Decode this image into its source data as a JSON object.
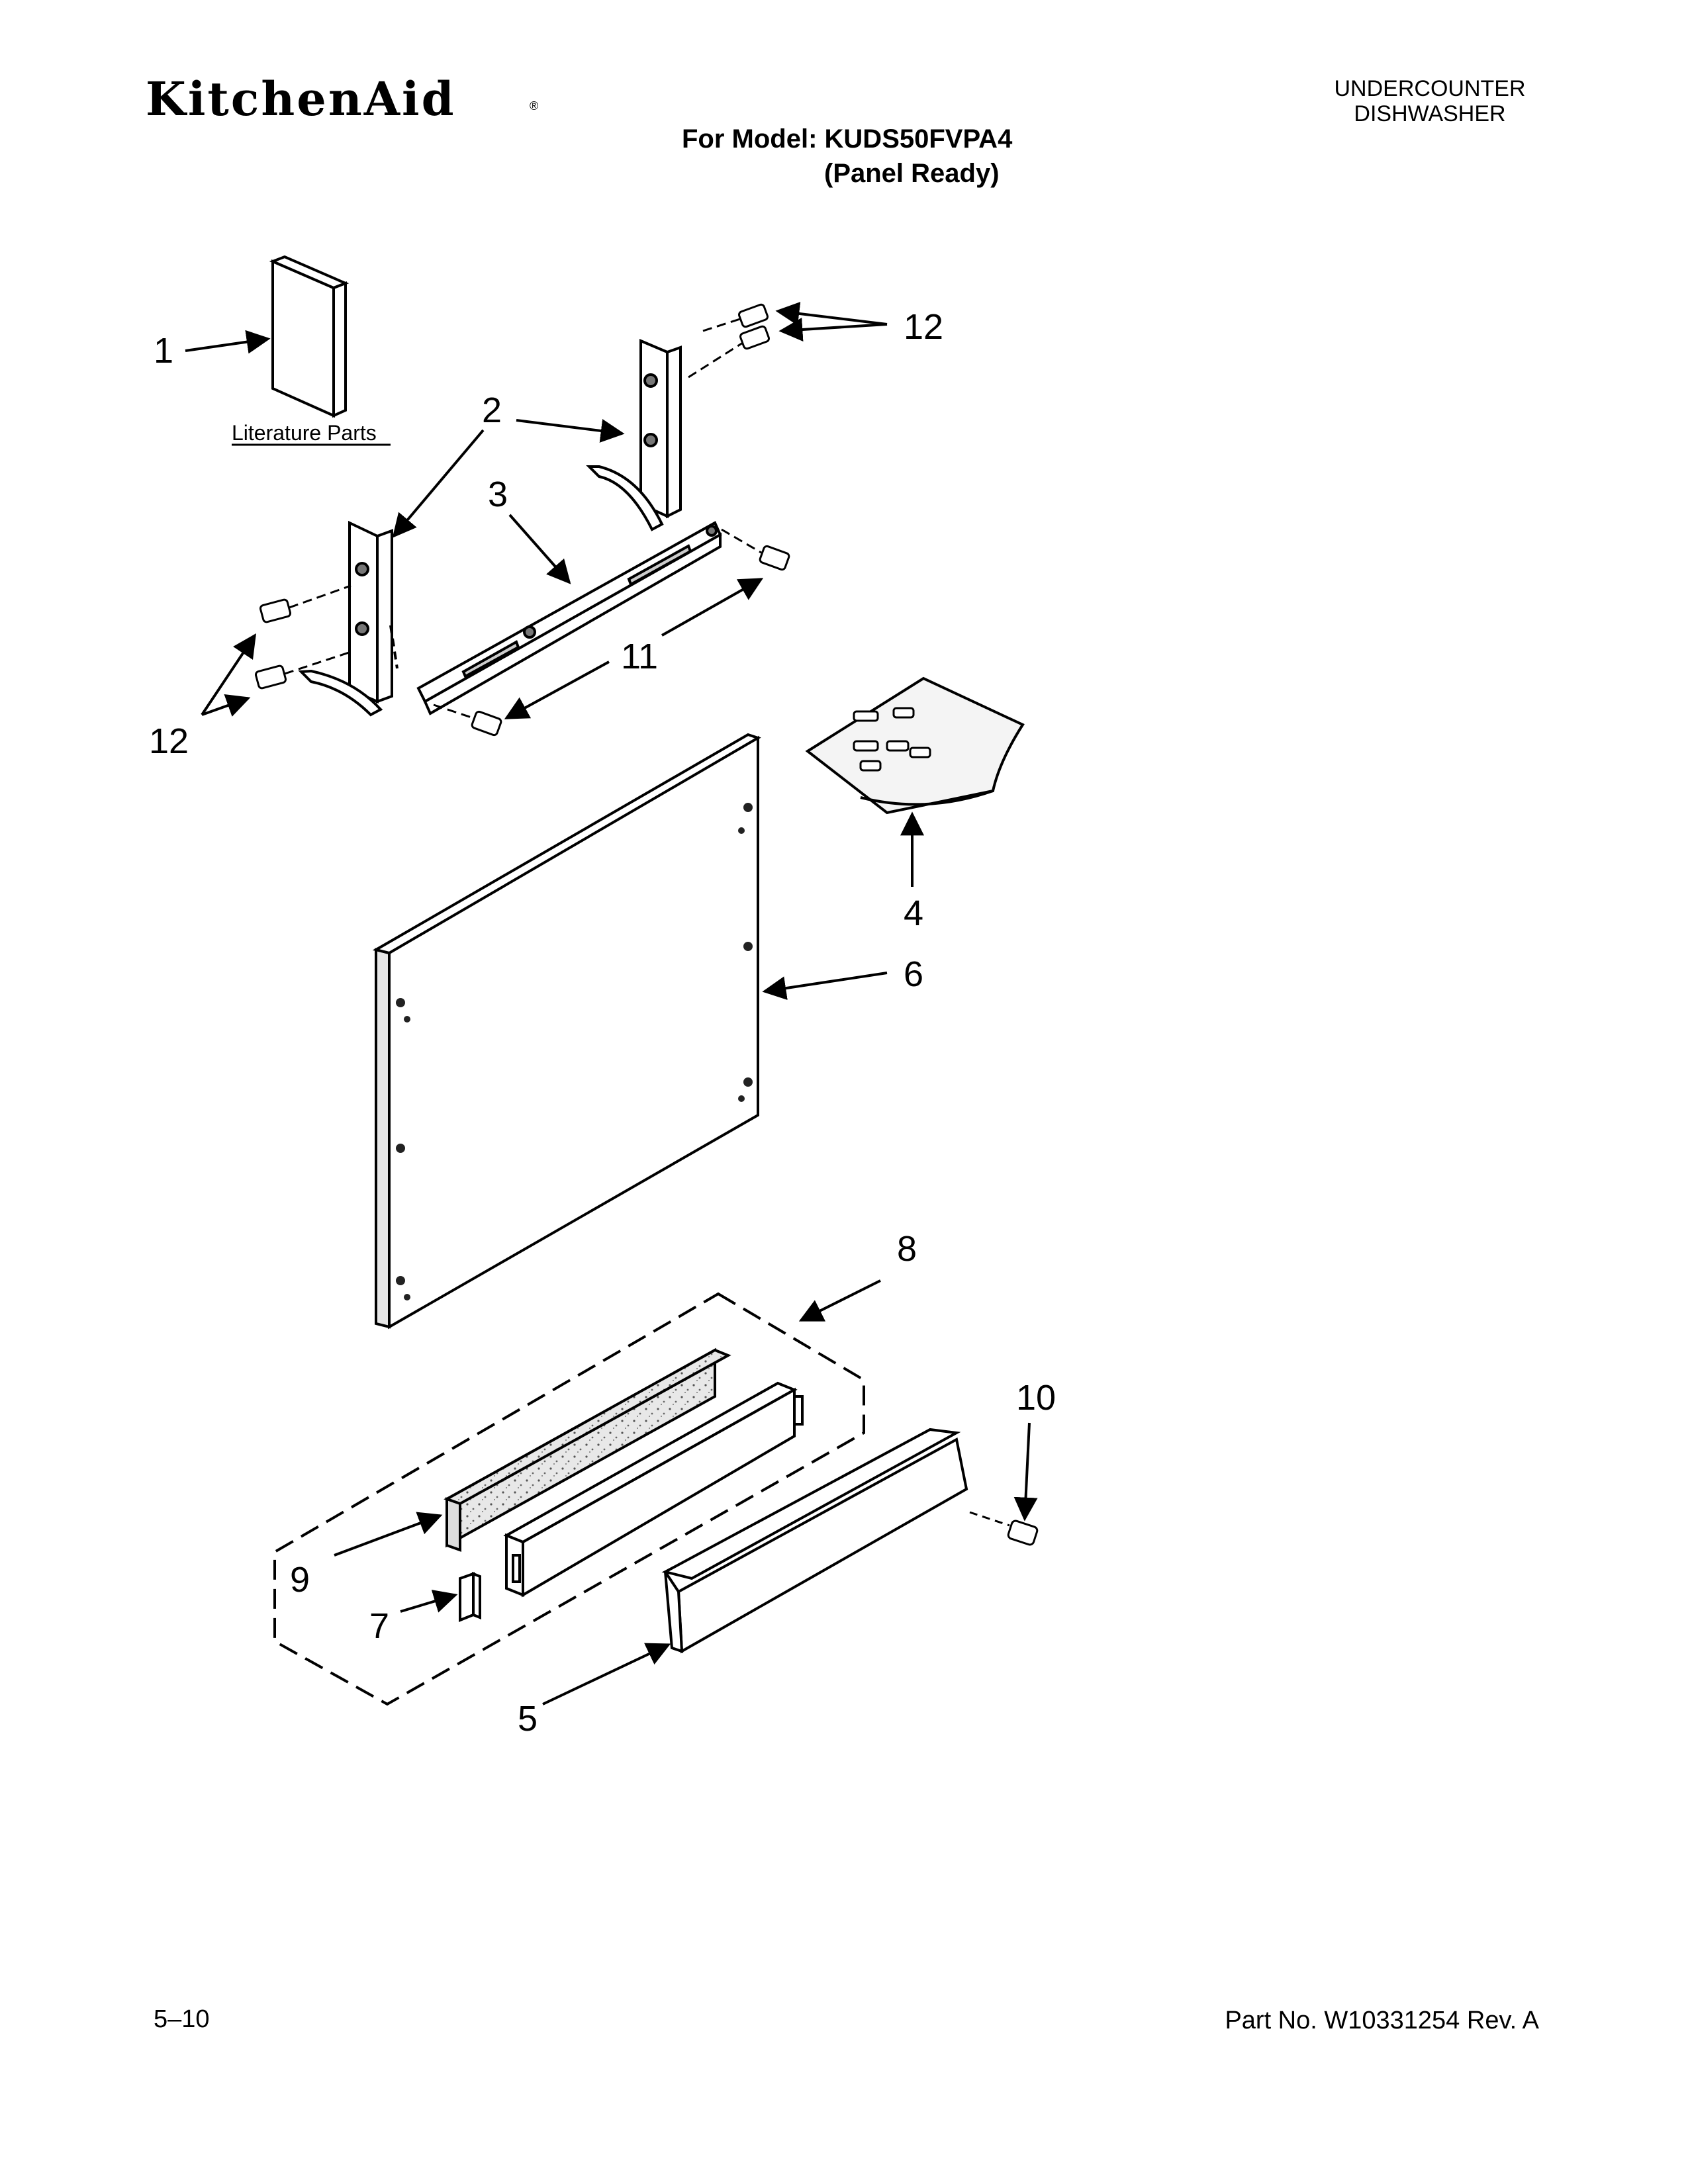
{
  "header": {
    "brand": "KitchenAid",
    "brand_mark": "®",
    "appliance_line1": "UNDERCOUNTER",
    "appliance_line2": "DISHWASHER",
    "model_line": "For Model: KUDS50FVPA4",
    "variant": "(Panel Ready)"
  },
  "diagram": {
    "literature_label": "Literature Parts",
    "callouts": [
      "1",
      "2",
      "3",
      "4",
      "5",
      "6",
      "7",
      "8",
      "9",
      "10",
      "11",
      "12",
      "12"
    ]
  },
  "footer": {
    "date_code": "5–10",
    "part_number": "Part No. W10331254 Rev. A"
  }
}
